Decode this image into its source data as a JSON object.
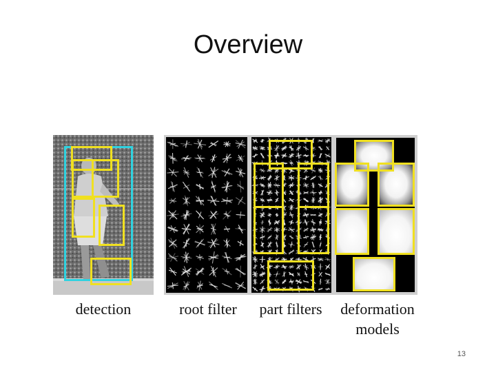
{
  "slide": {
    "title": "Overview",
    "number": "13"
  },
  "figure": {
    "captions": {
      "detection": "detection",
      "root_filter": "root filter",
      "part_filters": "part filters",
      "deformation_line1": "deformation",
      "deformation_line2": "models"
    }
  },
  "colors": {
    "part_box": "#f0e020",
    "root_box": "#2fd2e0",
    "filter_background": "#000000",
    "hog_stroke": "#e6e6e6"
  }
}
